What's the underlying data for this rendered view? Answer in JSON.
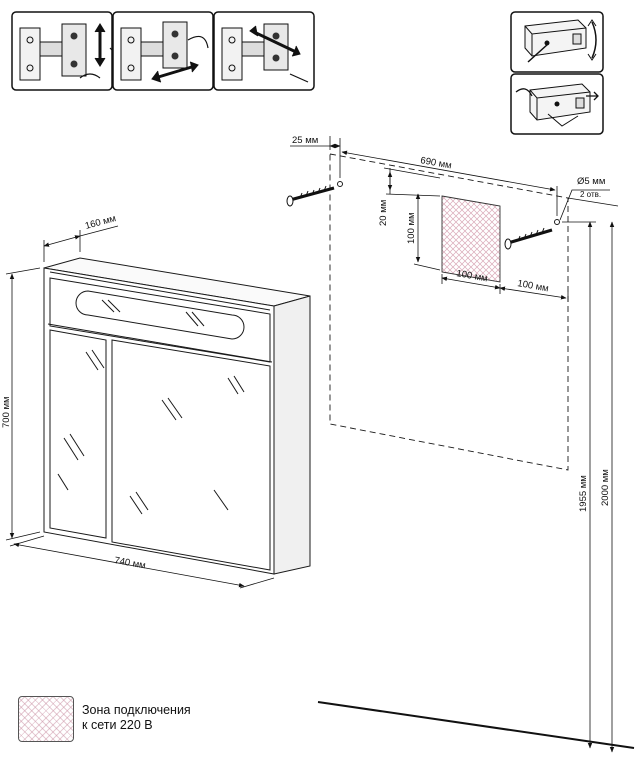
{
  "dimensions": {
    "depth": "160 мм",
    "height": "700 мм",
    "width": "740 мм",
    "offset_top": "25 мм",
    "hole_spacing": "690 мм",
    "hole_diameter": "Ø5 мм",
    "hole_count": "2 отв.",
    "zone_offset_top": "20 мм",
    "zone_height": "100 мм",
    "zone_width": "100 мм",
    "zone_offset_right": "100 мм",
    "hole_height_from_floor": "1955 мм",
    "cabinet_top_from_floor": "2000 мм"
  },
  "legend": {
    "line1": "Зона подключения",
    "line2": "к сети 220 В"
  },
  "colors": {
    "line": "#1a1a1a",
    "zone_hatch": "#d9a9b8"
  },
  "icons": {
    "hinge_steps": [
      "hinge-height-adjust-icon",
      "hinge-side-adjust-icon",
      "hinge-depth-adjust-icon"
    ],
    "mounting_steps": [
      "hanger-adjust-vertical-icon",
      "hanger-adjust-depth-icon"
    ]
  }
}
